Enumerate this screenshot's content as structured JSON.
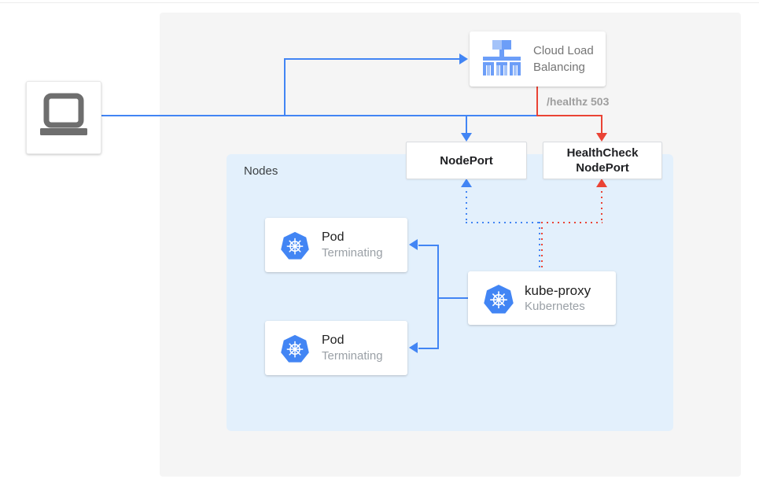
{
  "colors": {
    "traffic_blue": "#4285f4",
    "error_red": "#ea4335",
    "nodes_bg": "#e3f0fc",
    "canvas_bg": "#f5f5f5",
    "dark_text": "#212121",
    "muted_text": "#757575",
    "subtitle_text": "#9aa0a6"
  },
  "client": {
    "icon": "laptop-icon"
  },
  "cloud_load_balancing": {
    "icon": "cloud-load-balancing-icon",
    "label_line1": "Cloud Load",
    "label_line2": "Balancing"
  },
  "edge_label": "/healthz 503",
  "node_port": {
    "label": "NodePort"
  },
  "health_check_node_port": {
    "label_line1": "HealthCheck",
    "label_line2": "NodePort"
  },
  "nodes_group": {
    "label": "Nodes"
  },
  "pods": [
    {
      "icon": "kubernetes-icon",
      "title": "Pod",
      "status": "Terminating"
    },
    {
      "icon": "kubernetes-icon",
      "title": "Pod",
      "status": "Terminating"
    }
  ],
  "kube_proxy": {
    "icon": "kubernetes-icon",
    "title": "kube-proxy",
    "subtitle": "Kubernetes"
  }
}
